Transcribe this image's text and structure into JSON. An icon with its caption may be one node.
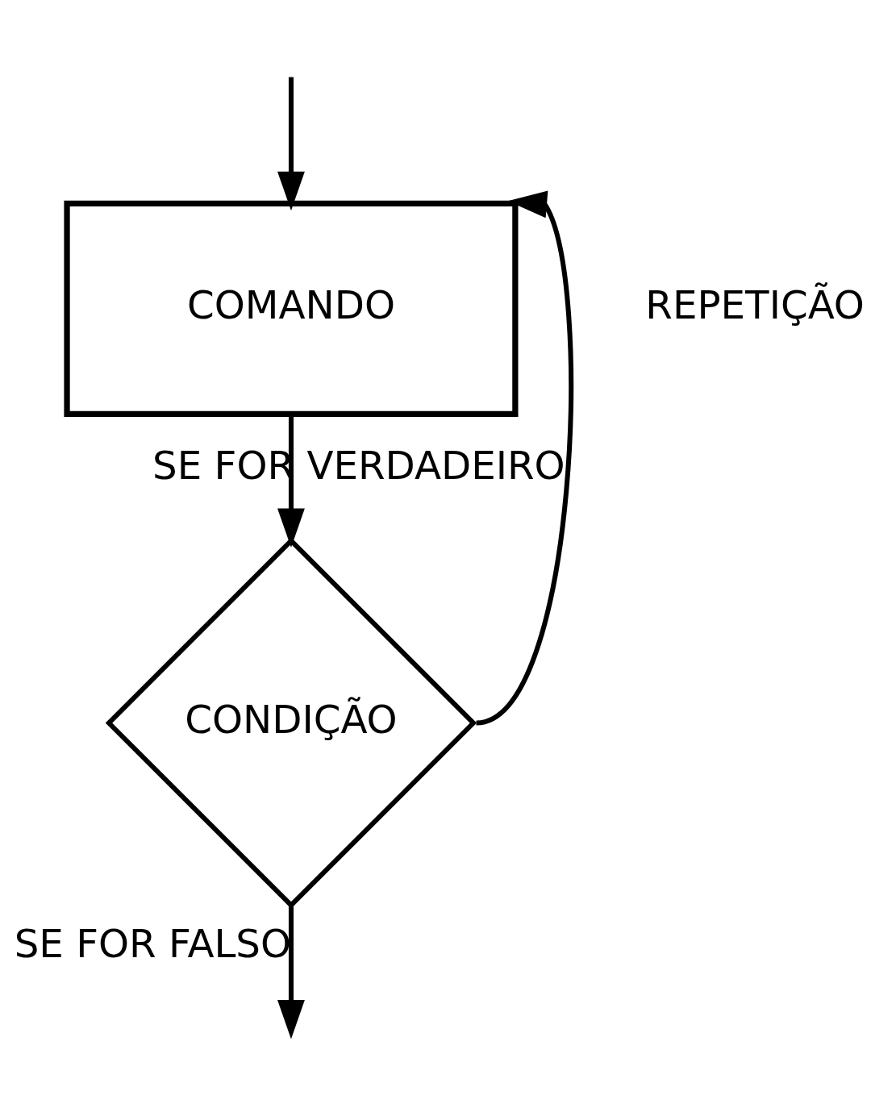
{
  "diagram": {
    "nodes": [
      {
        "text": [
          "COMANDO"
        ]
      },
      {
        "text": [
          "CONDIÇÃO"
        ]
      }
    ],
    "edges": [
      {
        "from": null,
        "to": 0,
        "arrow": "to"
      },
      {
        "from": 0,
        "to": 1,
        "arrow": "to"
      },
      {
        "from": 1,
        "to": 0,
        "arrow": "to",
        "label": "SE FOR VERDADEIRO"
      },
      {
        "from": 1,
        "to": null,
        "arrow": "to",
        "label": "SE FOR FALSO"
      }
    ],
    "labels": [
      "REPETIÇÃO"
    ]
  }
}
